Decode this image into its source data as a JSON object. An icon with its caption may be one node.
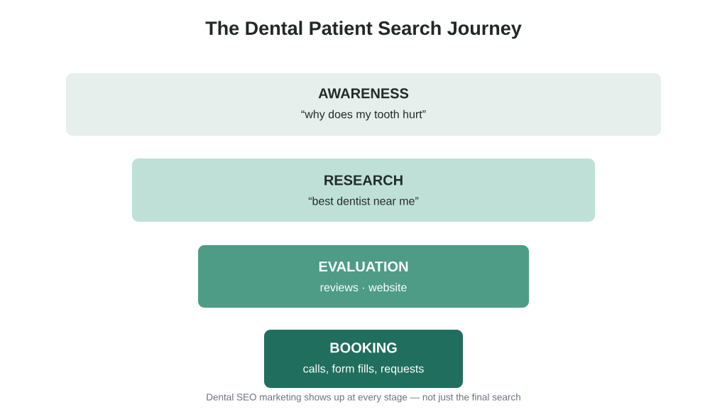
{
  "diagram": {
    "title": "The Dental Patient Search Journey",
    "caption": "Dental SEO marketing shows up at every stage — not just the final search",
    "nodes": [
      {
        "text": [
          "AWARENESS",
          "“why does my tooth hurt”"
        ]
      },
      {
        "text": [
          "RESEARCH",
          "“best dentist near me”"
        ]
      },
      {
        "text": [
          "EVALUATION",
          "reviews · website"
        ]
      },
      {
        "text": [
          "BOOKING",
          "calls, form fills, requests"
        ]
      }
    ]
  }
}
